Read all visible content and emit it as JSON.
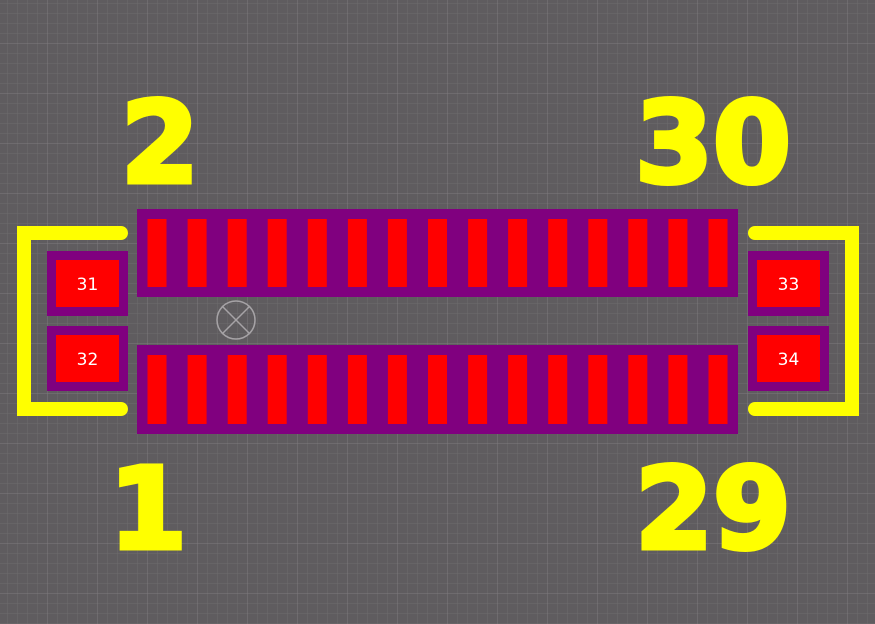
{
  "colors": {
    "background": "#5f5c5f",
    "grid_minor": "#6e6b6e",
    "grid_major": "#7d7a7d",
    "silkscreen": "#ffff00",
    "solder_mask": "#80007f",
    "copper_pad": "#ff0000",
    "pad_text": "#ffffff",
    "origin_marker": "#a6a3a6"
  },
  "pin_labels": {
    "top_left": "2",
    "top_right": "30",
    "bottom_left": "1",
    "bottom_right": "29"
  },
  "signal_pad_rows": {
    "pads_per_row": 15,
    "rows": [
      "top",
      "bottom"
    ]
  },
  "mounting_pads": [
    {
      "label": "31",
      "position": "left-top"
    },
    {
      "label": "32",
      "position": "left-bottom"
    },
    {
      "label": "33",
      "position": "right-top"
    },
    {
      "label": "34",
      "position": "right-bottom"
    }
  ],
  "icons": {
    "origin_marker": "crosshair-circle-icon"
  }
}
